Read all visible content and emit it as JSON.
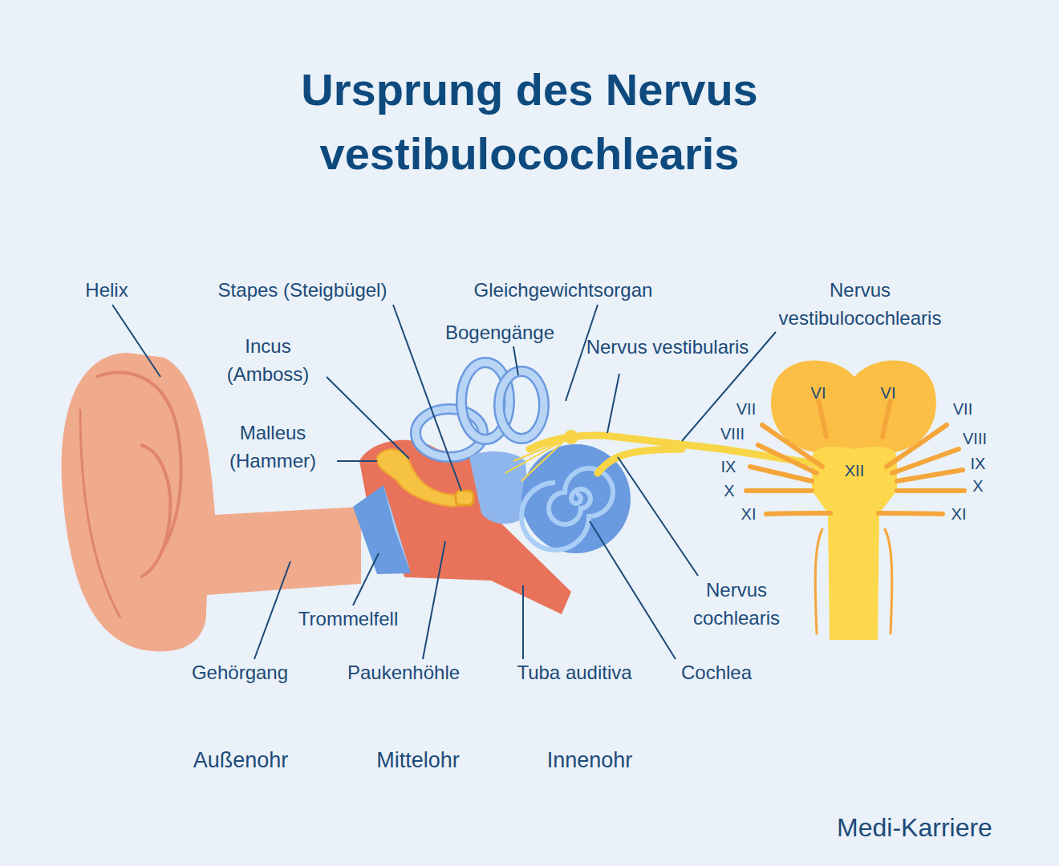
{
  "diagram": {
    "title": "Ursprung des Nervus vestibulocochlearis",
    "labels": [
      "Helix",
      "Stapes (Steigbügel)",
      "Gleichgewichtsorgan",
      "Nervus vestibulocochlearis",
      "Incus (Amboss)",
      "Bogengänge",
      "Nervus vestibularis",
      "Malleus (Hammer)",
      "VII",
      "VI",
      "VI",
      "VII",
      "VIII",
      "VIII",
      "XII",
      "IX",
      "IX",
      "X",
      "X",
      "XI",
      "XI",
      "Trommelfell",
      "Nervus cochlearis",
      "Gehörgang",
      "Paukenhöhle",
      "Tuba auditiva",
      "Cochlea",
      "Außenohr",
      "Mittelohr",
      "Innenohr",
      "Medi-Karriere"
    ]
  }
}
